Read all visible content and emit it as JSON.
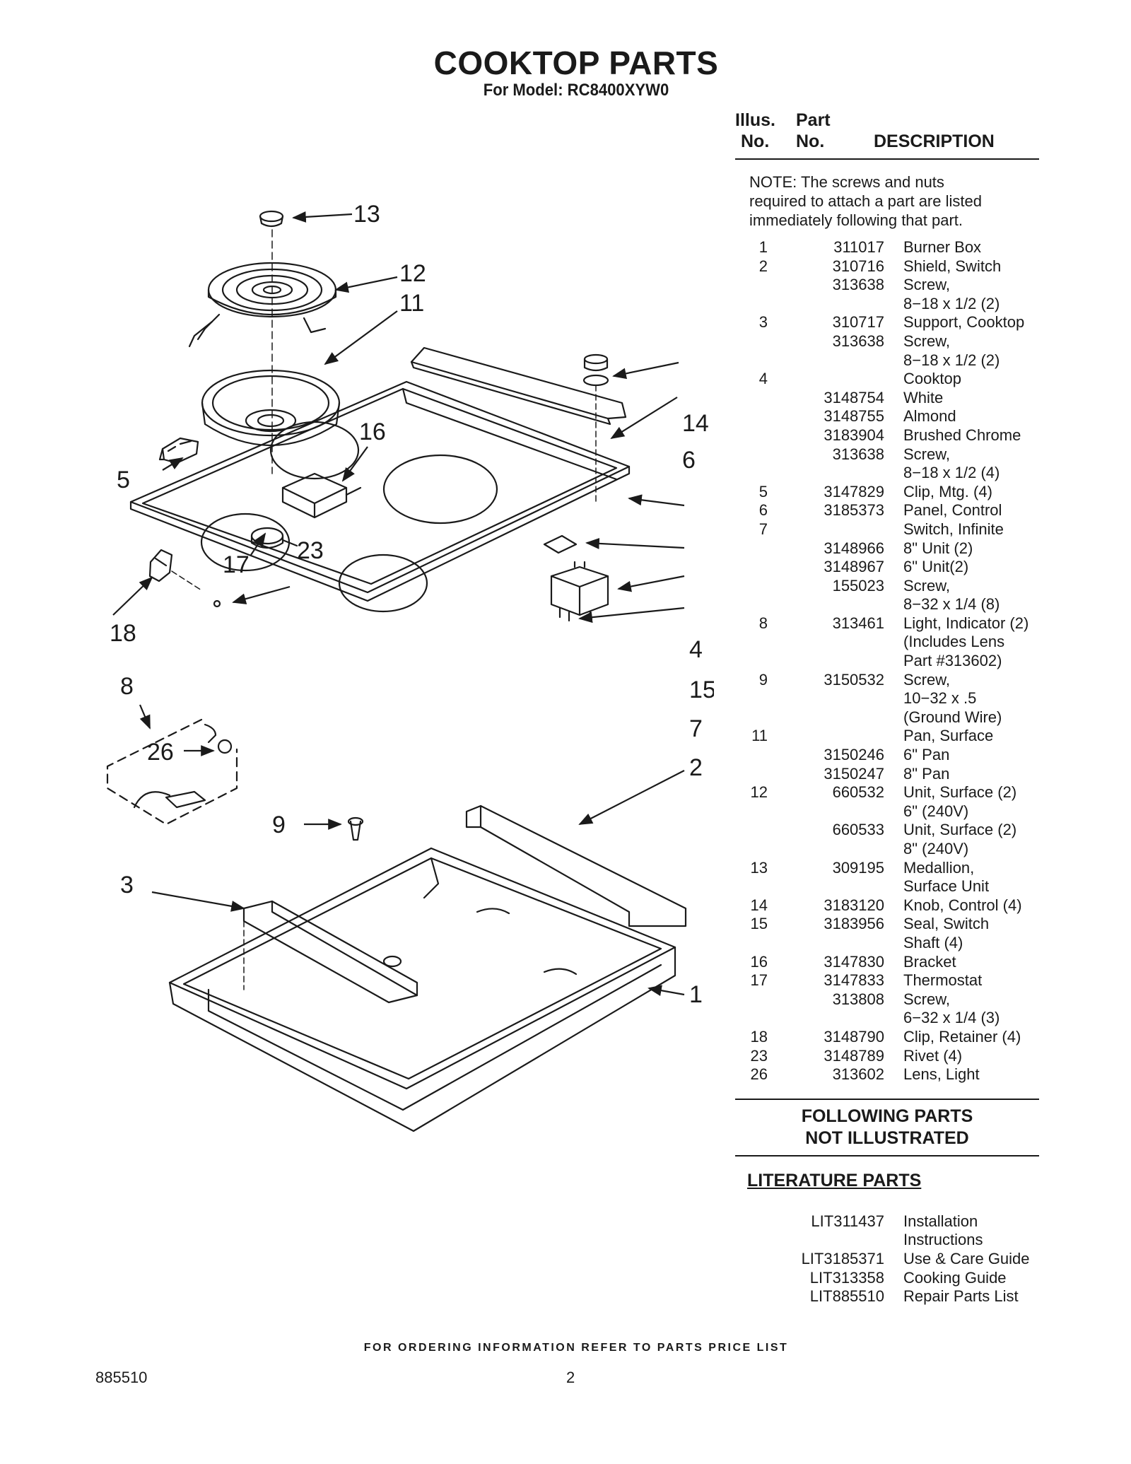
{
  "header": {
    "title": "COOKTOP PARTS",
    "subtitle": "For Model: RC8400XYW0"
  },
  "columns": {
    "illus_top": "Illus.",
    "illus_bottom": "No.",
    "part_top": "Part",
    "part_bottom": "No.",
    "description": "DESCRIPTION"
  },
  "note": "NOTE: The screws and nuts required to attach a part are listed immediately following that part.",
  "parts": [
    {
      "illus": "1",
      "part": "311017",
      "desc": "Burner Box"
    },
    {
      "illus": "2",
      "part": "310716",
      "desc": "Shield, Switch"
    },
    {
      "illus": "",
      "part": "313638",
      "desc": "Screw,"
    },
    {
      "illus": "",
      "part": "",
      "desc": "8−18 x 1/2 (2)"
    },
    {
      "illus": "3",
      "part": "310717",
      "desc": "Support, Cooktop"
    },
    {
      "illus": "",
      "part": "313638",
      "desc": "Screw,"
    },
    {
      "illus": "",
      "part": "",
      "desc": "8−18 x 1/2 (2)"
    },
    {
      "illus": "4",
      "part": "",
      "desc": "Cooktop"
    },
    {
      "illus": "",
      "part": "3148754",
      "desc": "White"
    },
    {
      "illus": "",
      "part": "3148755",
      "desc": "Almond"
    },
    {
      "illus": "",
      "part": "3183904",
      "desc": "Brushed Chrome"
    },
    {
      "illus": "",
      "part": "313638",
      "desc": "Screw,"
    },
    {
      "illus": "",
      "part": "",
      "desc": "8−18 x 1/2 (4)"
    },
    {
      "illus": "5",
      "part": "3147829",
      "desc": "Clip, Mtg. (4)"
    },
    {
      "illus": "6",
      "part": "3185373",
      "desc": "Panel, Control"
    },
    {
      "illus": "7",
      "part": "",
      "desc": "Switch, Infinite"
    },
    {
      "illus": "",
      "part": "3148966",
      "desc": "8\" Unit (2)"
    },
    {
      "illus": "",
      "part": "3148967",
      "desc": "6\" Unit(2)"
    },
    {
      "illus": "",
      "part": "155023",
      "desc": "Screw,"
    },
    {
      "illus": "",
      "part": "",
      "desc": "8−32 x 1/4  (8)"
    },
    {
      "illus": "8",
      "part": "313461",
      "desc": "Light, Indicator (2)"
    },
    {
      "illus": "",
      "part": "",
      "desc": "(Includes Lens"
    },
    {
      "illus": "",
      "part": "",
      "desc": "Part #313602)"
    },
    {
      "illus": "9",
      "part": "3150532",
      "desc": "Screw,"
    },
    {
      "illus": "",
      "part": "",
      "desc": "10−32 x .5"
    },
    {
      "illus": "",
      "part": "",
      "desc": "(Ground Wire)"
    },
    {
      "illus": "11",
      "part": "",
      "desc": "Pan, Surface"
    },
    {
      "illus": "",
      "part": "3150246",
      "desc": "6\" Pan"
    },
    {
      "illus": "",
      "part": "3150247",
      "desc": "8\" Pan"
    },
    {
      "illus": "12",
      "part": "660532",
      "desc": "Unit, Surface (2)"
    },
    {
      "illus": "",
      "part": "",
      "desc": "6\" (240V)"
    },
    {
      "illus": "",
      "part": "660533",
      "desc": "Unit, Surface (2)"
    },
    {
      "illus": "",
      "part": "",
      "desc": "8\" (240V)"
    },
    {
      "illus": "13",
      "part": "309195",
      "desc": "Medallion,"
    },
    {
      "illus": "",
      "part": "",
      "desc": "Surface Unit"
    },
    {
      "illus": "14",
      "part": "3183120",
      "desc": "Knob, Control (4)"
    },
    {
      "illus": "15",
      "part": "3183956",
      "desc": "Seal, Switch"
    },
    {
      "illus": "",
      "part": "",
      "desc": "Shaft (4)"
    },
    {
      "illus": "16",
      "part": "3147830",
      "desc": "Bracket"
    },
    {
      "illus": "17",
      "part": "3147833",
      "desc": "Thermostat"
    },
    {
      "illus": "",
      "part": "313808",
      "desc": "Screw,"
    },
    {
      "illus": "",
      "part": "",
      "desc": "6−32 x 1/4 (3)"
    },
    {
      "illus": "18",
      "part": "3148790",
      "desc": "Clip, Retainer (4)"
    },
    {
      "illus": "23",
      "part": "3148789",
      "desc": "Rivet (4)"
    },
    {
      "illus": "26",
      "part": "313602",
      "desc": "Lens, Light"
    }
  ],
  "following_parts": {
    "line1": "FOLLOWING PARTS",
    "line2": "NOT ILLUSTRATED"
  },
  "literature": {
    "heading": "LITERATURE PARTS",
    "items": [
      {
        "part": "LIT311437",
        "desc": "Installation"
      },
      {
        "part": "",
        "desc": "Instructions"
      },
      {
        "part": "LIT3185371",
        "desc": "Use & Care Guide"
      },
      {
        "part": "LIT313358",
        "desc": "Cooking Guide"
      },
      {
        "part": "LIT885510",
        "desc": "Repair Parts List"
      }
    ]
  },
  "diagram_callouts": [
    "13",
    "12",
    "11",
    "16",
    "14",
    "6",
    "5",
    "17",
    "23",
    "18",
    "8",
    "4",
    "15",
    "7",
    "26",
    "2",
    "9",
    "3",
    "1"
  ],
  "footer": {
    "ordering": "FOR ORDERING INFORMATION REFER TO PARTS PRICE LIST",
    "doc_number": "885510",
    "page_number": "2"
  }
}
